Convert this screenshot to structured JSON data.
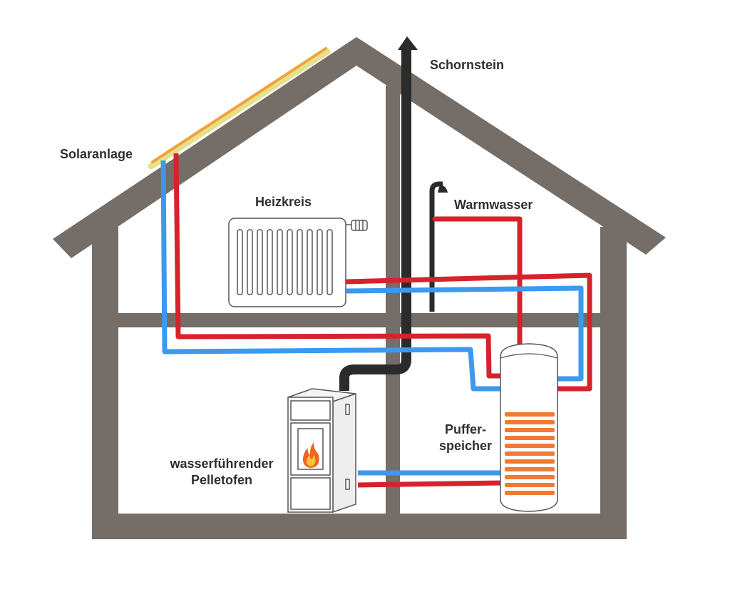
{
  "labels": {
    "solar": "Solaranlage",
    "chimney": "Schornstein",
    "heating_circuit": "Heizkreis",
    "hot_water": "Warmwasser",
    "buffer_line1": "Puffer-",
    "buffer_line2": "speicher",
    "stove_line1": "wasserführender",
    "stove_line2": "Pelletofen"
  },
  "colors": {
    "house": "#756d67",
    "hot_pipe": "#d6232b",
    "cold_pipe": "#3b99f0",
    "chimney": "#2b2b2b",
    "solar_panel": "#f2a23a",
    "solar_panel_light": "#e6e08a",
    "heat_coil": "#f07a32",
    "flame": "#f2641f"
  }
}
